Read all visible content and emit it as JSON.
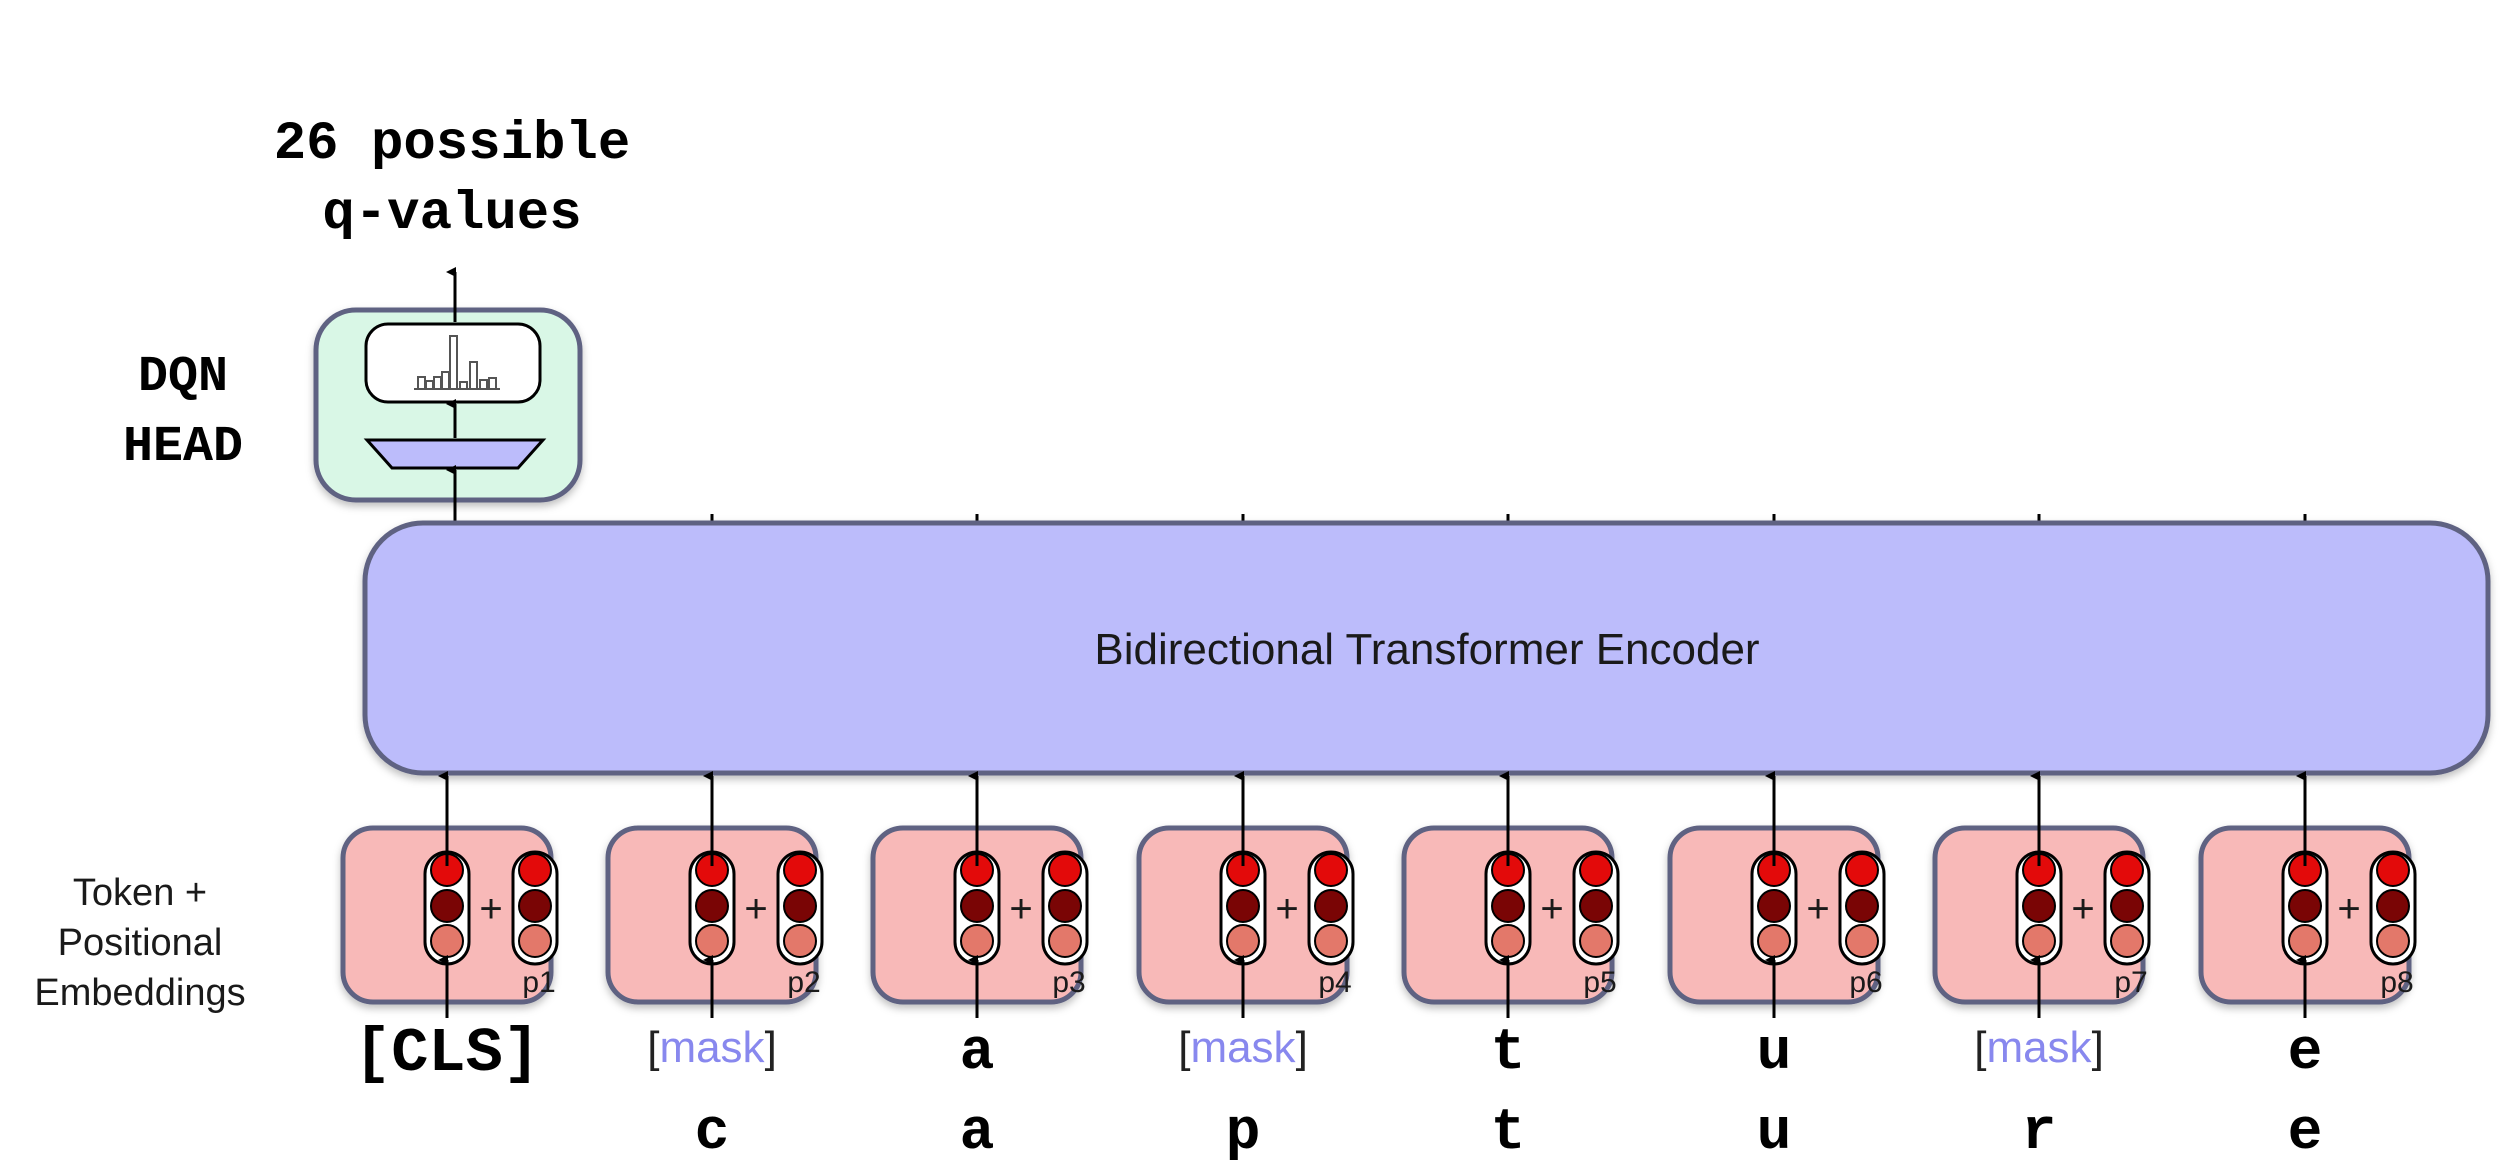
{
  "head": {
    "output_label_line1": "26 possible",
    "output_label_line2": "q-values",
    "label_line1": "DQN",
    "label_line2": "HEAD"
  },
  "encoder": {
    "label": "Bidirectional Transformer Encoder"
  },
  "embeddings": {
    "label_line1": "Token +",
    "label_line2": "Positional",
    "label_line3": "Embeddings",
    "plus": "+",
    "positions": [
      "p1",
      "p2",
      "p3",
      "p4",
      "p5",
      "p6",
      "p7",
      "p8"
    ]
  },
  "input_tokens": [
    {
      "text": "[CLS]",
      "masked": false
    },
    {
      "text": "mask",
      "masked": true
    },
    {
      "text": "a",
      "masked": false
    },
    {
      "text": "mask",
      "masked": true
    },
    {
      "text": "t",
      "masked": false
    },
    {
      "text": "u",
      "masked": false
    },
    {
      "text": "mask",
      "masked": true
    },
    {
      "text": "e",
      "masked": false
    }
  ],
  "mask_brackets": {
    "open": "[",
    "close": "]"
  },
  "target_letters": [
    "c",
    "a",
    "p",
    "t",
    "u",
    "r",
    "e"
  ],
  "colors": {
    "encoder_fill": "#bcbcfb",
    "encoder_stroke": "#5e6282",
    "head_fill": "#d9f7e6",
    "embedding_fill": "#f8b9b8",
    "dot_top": "#e30a0a",
    "dot_mid": "#7a0505",
    "dot_bottom": "#e3786a",
    "mask_text": "#8888ee"
  }
}
